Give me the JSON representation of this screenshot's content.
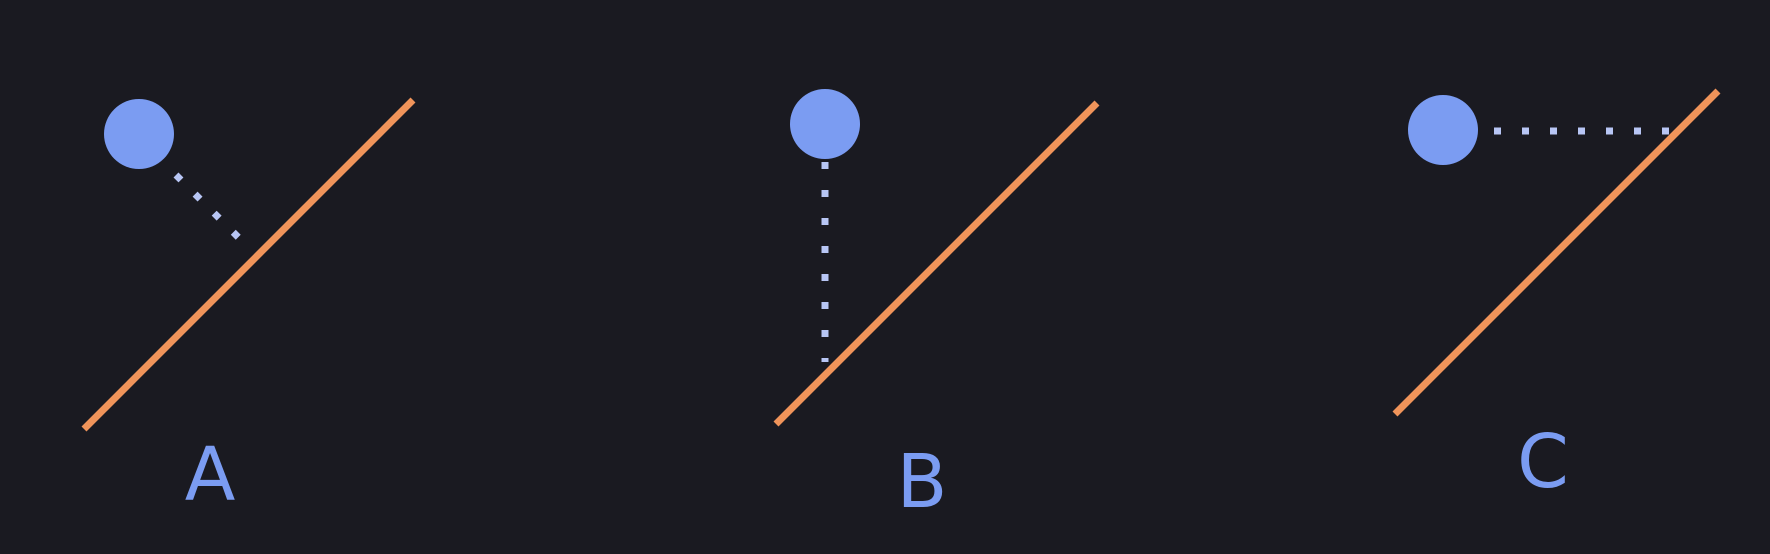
{
  "colors": {
    "background": "#1a1a21",
    "line": "#f0945a",
    "point": "#7b9cf2",
    "guide": "#b8c6f5",
    "label": "#7b9cf2"
  },
  "panels": [
    {
      "label": "A",
      "distance_kind": "perpendicular"
    },
    {
      "label": "B",
      "distance_kind": "vertical"
    },
    {
      "label": "C",
      "distance_kind": "horizontal"
    }
  ]
}
